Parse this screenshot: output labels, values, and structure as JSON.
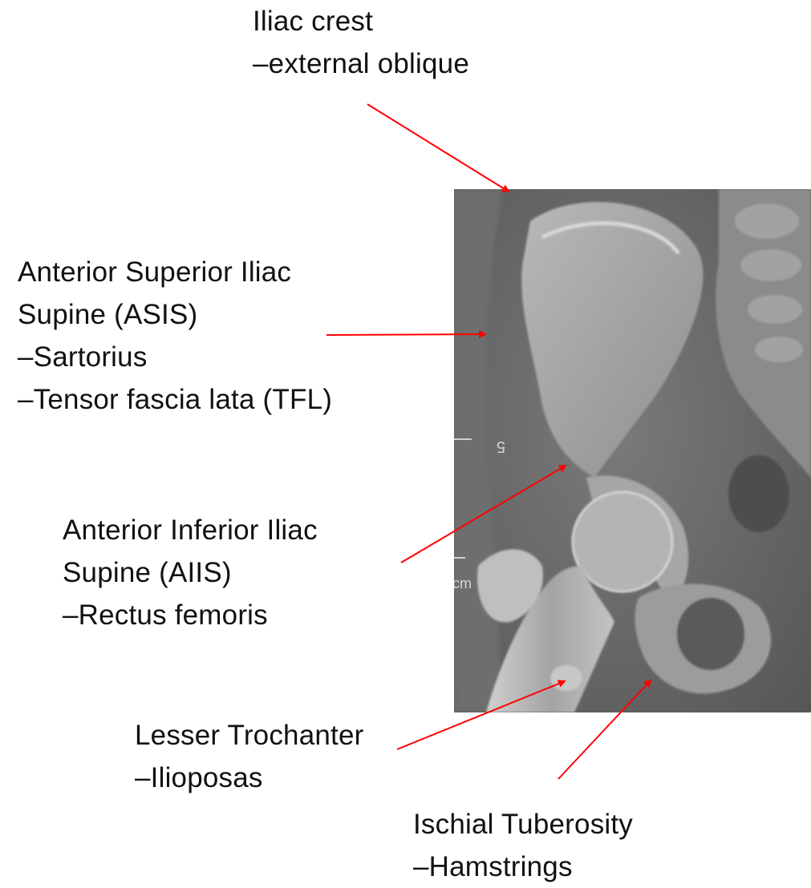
{
  "labels": {
    "iliac_crest": {
      "line1": "Iliac crest",
      "line2": "–external oblique"
    },
    "asis": {
      "line1": "Anterior Superior Iliac",
      "line2": "Supine (ASIS)",
      "line3": "–Sartorius",
      "line4": "–Tensor fascia lata (TFL)"
    },
    "aiis": {
      "line1": "Anterior Inferior Iliac",
      "line2": "Supine (AIIS)",
      "line3": "–Rectus femoris"
    },
    "lesser_trochanter": {
      "line1": "Lesser Trochanter",
      "line2": "–Ilioposas"
    },
    "ischial_tuberosity": {
      "line1": "Ischial Tuberosity",
      "line2": "–Hamstrings"
    }
  },
  "xray": {
    "ruler_mark": "5",
    "ruler_unit": "cm"
  },
  "colors": {
    "arrow": "#ff0000",
    "text": "#111111",
    "xray_background": "#6c6c6c"
  }
}
